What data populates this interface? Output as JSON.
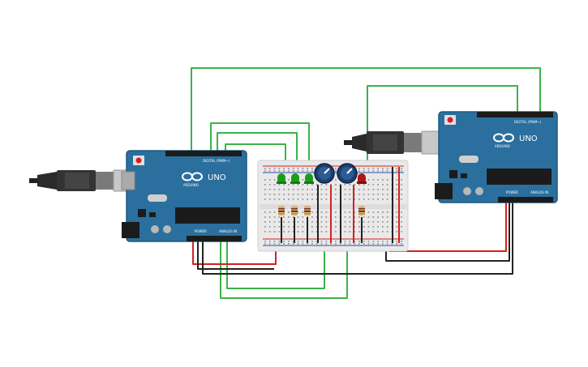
{
  "boards": [
    {
      "id": "left",
      "brand": "ARDUINO",
      "model": "UNO",
      "digital_label": "DIGITAL (PWM~)",
      "power_label": "POWER",
      "analog_label": "ANALOG IN"
    },
    {
      "id": "right",
      "brand": "ARDUINO",
      "model": "UNO",
      "digital_label": "DIGITAL (PWM~)",
      "power_label": "POWER",
      "analog_label": "ANALOG IN"
    }
  ],
  "components": {
    "leds": [
      {
        "color": "#1a9e1a"
      },
      {
        "color": "#1a9e1a"
      },
      {
        "color": "#1a9e1a"
      },
      {
        "color": "#b01515"
      }
    ],
    "potentiometers": 2,
    "resistors": 4
  },
  "colors": {
    "board": "#2a6f9e",
    "board_dark": "#1f5a82",
    "wire_green": "#3bb34a",
    "wire_red": "#d62020",
    "wire_black": "#222222",
    "breadboard": "#e9e9e9"
  }
}
